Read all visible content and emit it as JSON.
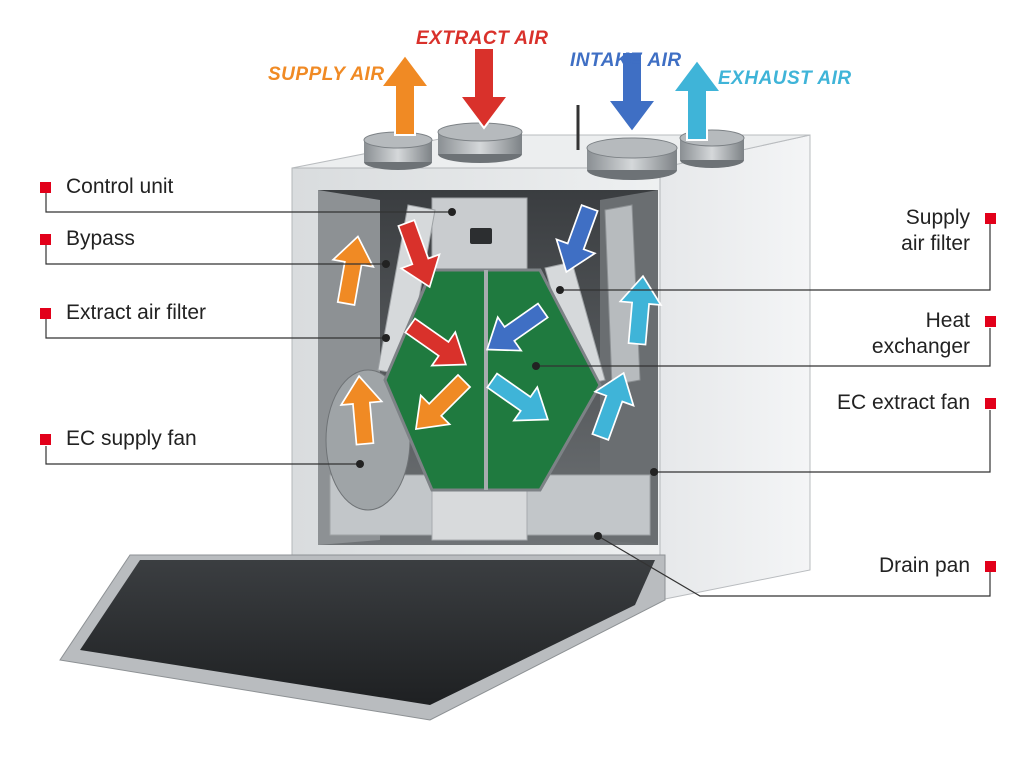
{
  "air_flows": {
    "supply": {
      "label": "SUPPLY AIR",
      "color": "#f08a24"
    },
    "extract": {
      "label": "EXTRACT AIR",
      "color": "#d9312b"
    },
    "intake": {
      "label": "INTAKE AIR",
      "color": "#3f6fc4"
    },
    "exhaust": {
      "label": "EXHAUST AIR",
      "color": "#3fb4d8"
    }
  },
  "callouts": {
    "control_unit": "Control unit",
    "bypass": "Bypass",
    "extract_air_filter": "Extract air filter",
    "ec_supply_fan": "EC supply fan",
    "supply_air_filter_line1": "Supply",
    "supply_air_filter_line2": "air filter",
    "heat_exchanger_line1": "Heat",
    "heat_exchanger_line2": "exchanger",
    "ec_extract_fan": "EC extract fan",
    "drain_pan": "Drain pan"
  },
  "colors": {
    "bullet": "#e2001a",
    "leader_line": "#333333",
    "casing": "#e3e6e8",
    "heat_exchanger": "#1f7a3f",
    "door_panel": "#2b2d2f"
  }
}
